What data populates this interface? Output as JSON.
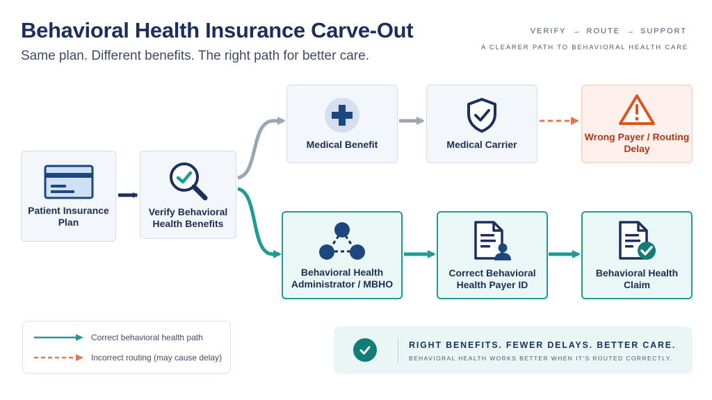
{
  "header": {
    "title": "Behavioral Health Insurance Carve-Out",
    "subtitle": "Same plan. Different benefits. The right path for better care.",
    "steps": [
      "VERIFY",
      "ROUTE",
      "SUPPORT"
    ],
    "step_separator": "→",
    "tagline": "A CLEARER PATH TO BEHAVIORAL HEALTH CARE"
  },
  "nodes": {
    "patient_plan": {
      "label": "Patient Insurance Plan",
      "icon": "insurance-card-icon"
    },
    "verify": {
      "label": "Verify Behavioral Health Benefits",
      "icon": "magnifier-check-icon"
    },
    "medical_benefit": {
      "label": "Medical Benefit",
      "icon": "medical-cross-icon"
    },
    "medical_carrier": {
      "label": "Medical Carrier",
      "icon": "shield-check-icon"
    },
    "wrong_payer": {
      "label": "Wrong Payer / Routing Delay",
      "icon": "warning-triangle-icon"
    },
    "bh_admin": {
      "label": "Behavioral Health Administrator / MBHO",
      "icon": "network-nodes-icon"
    },
    "payer_id": {
      "label": "Correct Behavioral Health Payer ID",
      "icon": "document-person-icon"
    },
    "bh_claim": {
      "label": "Behavioral Health Claim",
      "icon": "document-check-icon"
    }
  },
  "legend": {
    "correct": "Correct behavioral health path",
    "incorrect": "Incorrect routing (may cause delay)"
  },
  "banner": {
    "headline": "RIGHT BENEFITS. FEWER DELAYS. BETTER CARE.",
    "subline": "BEHAVIORAL HEALTH WORKS BETTER WHEN IT'S ROUTED CORRECTLY.",
    "icon": "check-circle-icon"
  },
  "colors": {
    "navy": "#1b2e5c",
    "teal": "#1f9b93",
    "grey_path": "#9aa6b2",
    "orange": "#e8744a",
    "warn_text": "#b0361c"
  }
}
